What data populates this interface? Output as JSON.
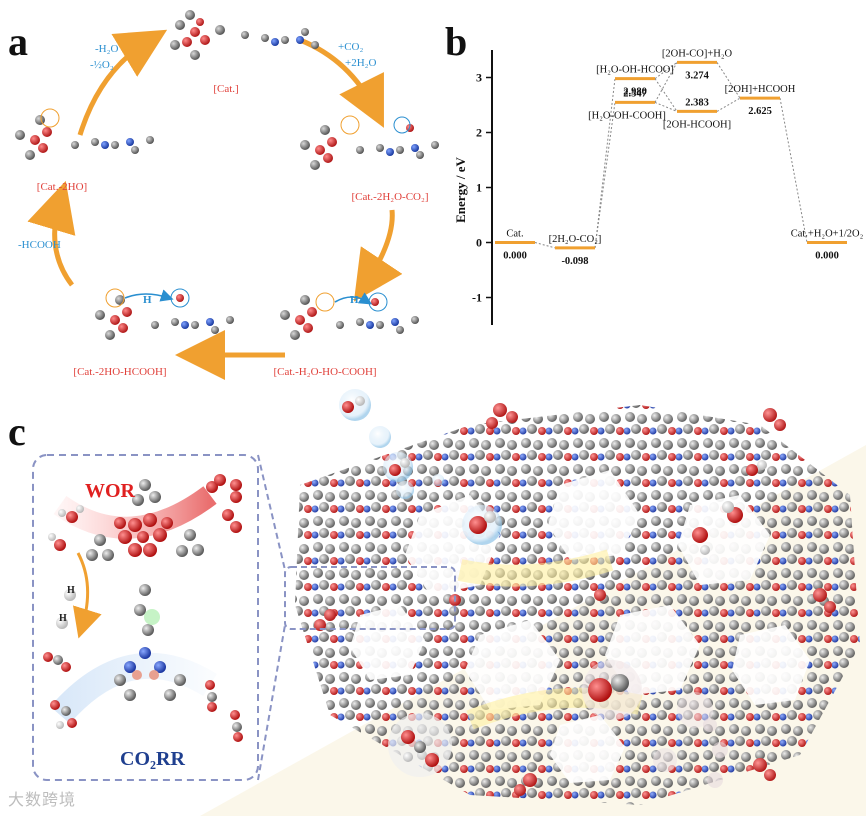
{
  "panels": {
    "a": "a",
    "b": "b",
    "c": "c"
  },
  "cycle": {
    "nodes": [
      {
        "id": "cat",
        "label": "[Cat.]"
      },
      {
        "id": "cat-2h2o-co2",
        "label": "[Cat.-2H₂O-CO₂]"
      },
      {
        "id": "cat-h2o-ho-cooh",
        "label": "[Cat.-H₂O-HO-COOH]"
      },
      {
        "id": "cat-2ho-hcooh",
        "label": "[Cat.-2HO-HCOOH]"
      },
      {
        "id": "cat-2ho",
        "label": "[Cat.-2HO]"
      }
    ],
    "steps": {
      "top_right_1": "+CO₂",
      "top_right_2": "+2H₂O",
      "top_left_1": "-H₂O",
      "top_left_2": "-½O₂",
      "left": "-HCOOH",
      "h_transfer_1": "H",
      "h_transfer_2": "H"
    },
    "colors": {
      "arrow": "#f0a030",
      "node_label": "#e0403a",
      "step_label": "#2a8fd0"
    }
  },
  "chart_data": {
    "type": "line",
    "ylabel": "Energy / eV",
    "ylim": [
      -1.5,
      3.5
    ],
    "yticks": [
      "-1",
      "0",
      "1",
      "2",
      "3"
    ],
    "levels": [
      {
        "label": "Cat.",
        "value": 0.0,
        "value_text": "0.000"
      },
      {
        "label": "[2H₂O-CO₂]",
        "value": -0.098,
        "value_text": "-0.098"
      },
      {
        "label": "[H₂O-OH-COOH]",
        "value": 2.547,
        "value_text": "2.547"
      },
      {
        "label": "[H₂O-OH-HCOO]",
        "value": 2.98,
        "value_text": "2.980"
      },
      {
        "label": "[2OH-HCOOH]",
        "value": 2.383,
        "value_text": "2.383"
      },
      {
        "label": "[2OH-CO]+H₂O",
        "value": 3.274,
        "value_text": "3.274"
      },
      {
        "label": "[2OH]+HCOOH",
        "value": 2.625,
        "value_text": "2.625"
      },
      {
        "label": "Cat.+H₂O+1/2O₂",
        "value": 0.0,
        "value_text": "0.000"
      }
    ],
    "colors": {
      "level": "#f0a030",
      "connector": "#888888"
    }
  },
  "schematic": {
    "wor_label": "WOR",
    "co2rr_label": "CO₂RR",
    "h_label_1": "H",
    "h_label_2": "H",
    "colors": {
      "wor": "#e02020",
      "co2rr": "#1f3f8f",
      "dashed_box": "#8a93c4"
    }
  },
  "watermark": "大数跨境"
}
